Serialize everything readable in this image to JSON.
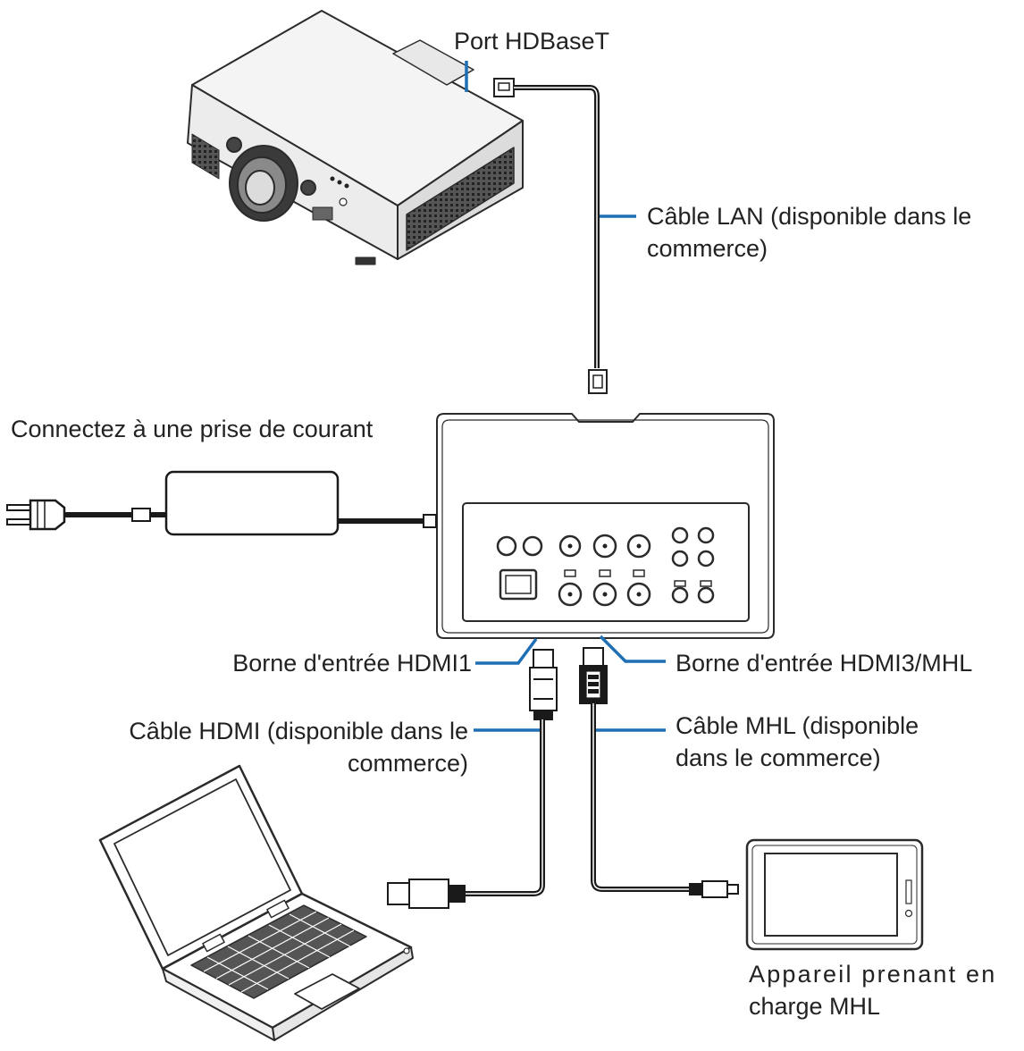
{
  "labels": {
    "hdbaset_port": "Port HDBaseT",
    "lan_cable_line1": "Câble  LAN (disponible dans  le",
    "lan_cable_line2": "commerce)",
    "power_outlet": "Connectez à une prise de courant",
    "hdmi1_input": "Borne d'entrée HDMI1",
    "hdmi3_input": "Borne d'entrée HDMI3/MHL",
    "hdmi_cable_line1": "Câble HDMI (disponible dans le",
    "hdmi_cable_line2": "commerce)",
    "mhl_cable_line1": "Câble  MHL  (disponible",
    "mhl_cable_line2": "dans le commerce)",
    "mhl_device_line1": "Appareil prenant en",
    "mhl_device_line2": "charge MHL"
  },
  "colors": {
    "leader_line": "#1f6fb5",
    "cable": "#1a1a1a",
    "outline": "#2b2b2b"
  }
}
